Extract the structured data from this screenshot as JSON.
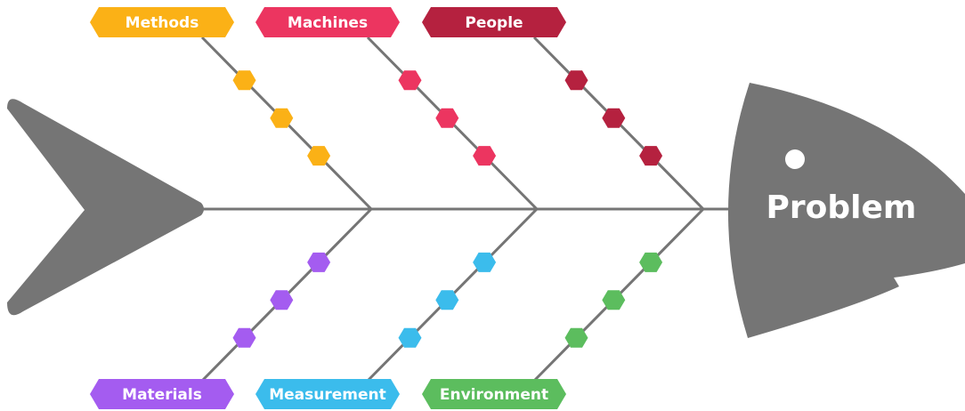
{
  "problem": "Problem",
  "colors": {
    "fish": "#757575",
    "spine": "#757575",
    "background": "#ffffff"
  },
  "categories_top": [
    {
      "label": "Methods",
      "color": "#FBB116"
    },
    {
      "label": "Machines",
      "color": "#EC3560"
    },
    {
      "label": "People",
      "color": "#B5213F"
    }
  ],
  "categories_bottom": [
    {
      "label": "Materials",
      "color": "#A45CF0"
    },
    {
      "label": "Measurement",
      "color": "#3BBCEC"
    },
    {
      "label": "Environment",
      "color": "#5CBD5E"
    }
  ]
}
